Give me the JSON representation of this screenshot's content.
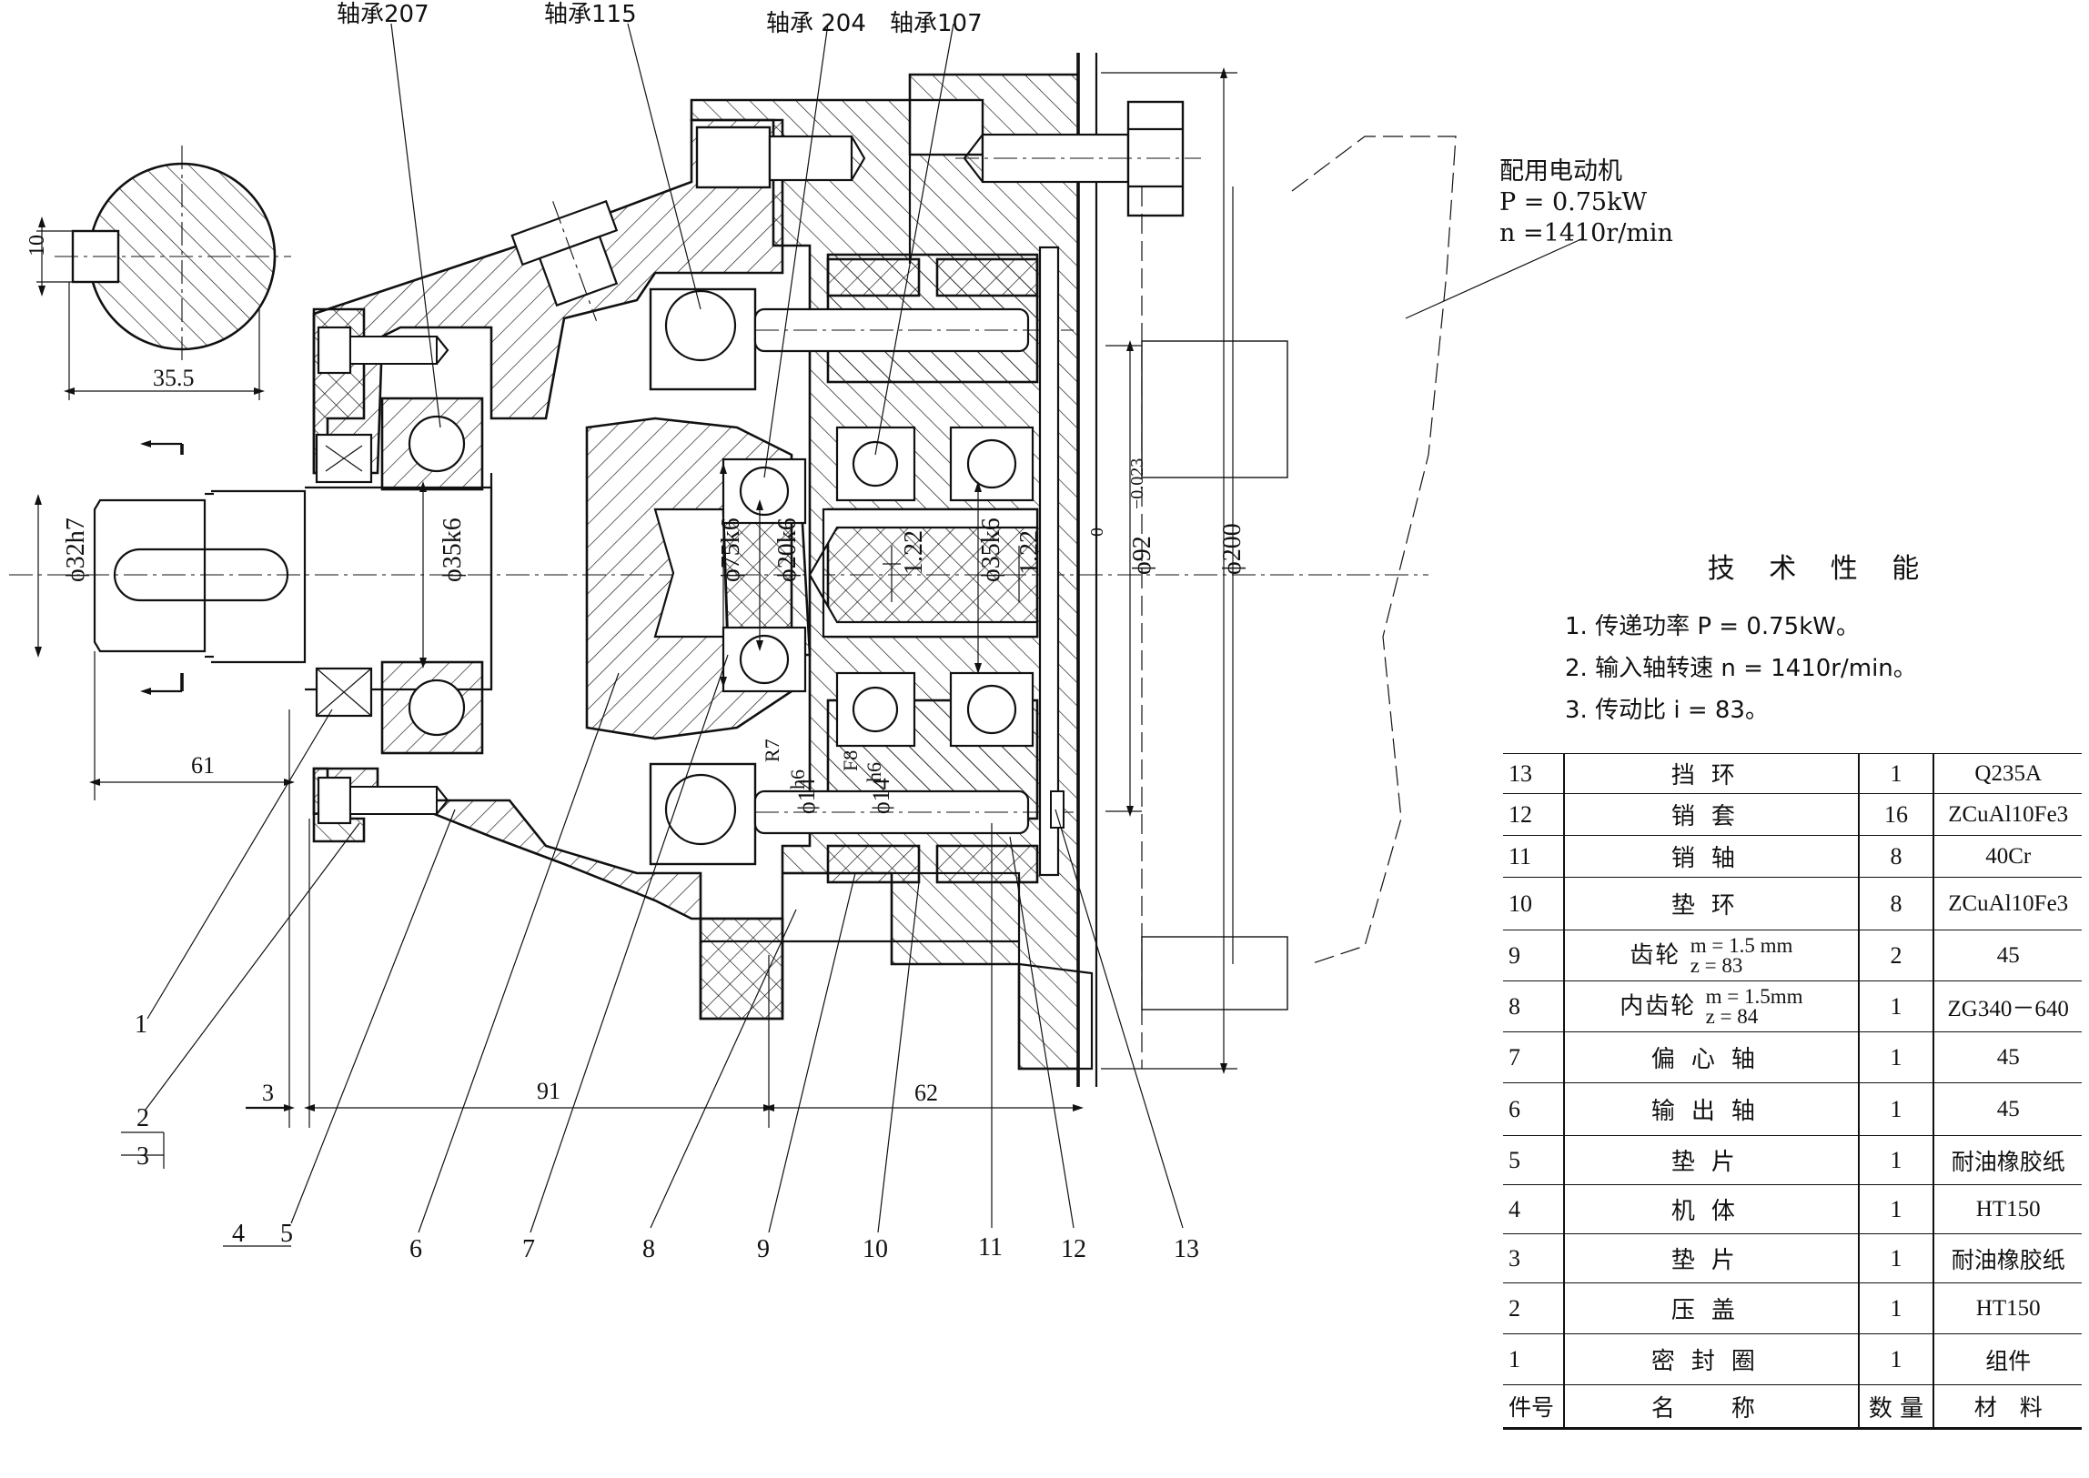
{
  "bearings": {
    "b207": "轴承207",
    "b115": "轴承115",
    "b204": "轴承 204",
    "b107": "轴承107"
  },
  "motor": {
    "title": "配用电动机",
    "power": "P = 0.75kW",
    "speed": "n =1410r/min"
  },
  "dims": {
    "key_width": "10",
    "key_depth": "35.5",
    "shaft_in": "ϕ32h7",
    "bearing_seat": "ϕ35k6",
    "d75": "ϕ75k6",
    "d20": "ϕ20k6",
    "ecc1": "1.22",
    "d35b": "ϕ35k6",
    "ecc2": "1.22",
    "d92": "ϕ92",
    "d92_tol_upper": "0",
    "d92_tol_lower": "−0.023",
    "d200": "ϕ200",
    "pin1": "ϕ14",
    "pin1_fit": [
      "R7",
      "h6"
    ],
    "pin2": "ϕ14",
    "pin2_fit": [
      "F8",
      "h6"
    ],
    "len61": "61",
    "len3": "3",
    "len91": "91",
    "len62": "62"
  },
  "callouts": [
    "1",
    "2",
    "3",
    "4",
    "5",
    "6",
    "7",
    "8",
    "9",
    "10",
    "11",
    "12",
    "13"
  ],
  "performance": {
    "title": "技 术 性 能",
    "lines": [
      "1. 传递功率 P = 0.75kW。",
      "2. 输入轴转速 n = 1410r/min。",
      "3. 传动比  i = 83。"
    ]
  },
  "parts_table": {
    "header": {
      "no": "件号",
      "name": "名　称",
      "qty": "数 量",
      "mat": "材　料"
    },
    "rows": [
      {
        "no": "13",
        "name": "挡环",
        "qty": "1",
        "mat": "Q235A"
      },
      {
        "no": "12",
        "name": "销套",
        "qty": "16",
        "mat": "ZCuAl10Fe3"
      },
      {
        "no": "11",
        "name": "销轴",
        "qty": "8",
        "mat": "40Cr"
      },
      {
        "no": "10",
        "name": "垫环",
        "qty": "8",
        "mat": "ZCuAl10Fe3"
      },
      {
        "no": "9",
        "name": "齿轮",
        "spec": [
          "m = 1.5 mm",
          "z = 83"
        ],
        "qty": "2",
        "mat": "45"
      },
      {
        "no": "8",
        "name": "内齿轮",
        "spec": [
          "m = 1.5mm",
          "z = 84"
        ],
        "qty": "1",
        "mat": "ZG340－640"
      },
      {
        "no": "7",
        "name": "偏心轴",
        "qty": "1",
        "mat": "45"
      },
      {
        "no": "6",
        "name": "输出轴",
        "qty": "1",
        "mat": "45"
      },
      {
        "no": "5",
        "name": "垫片",
        "qty": "1",
        "mat": "耐油橡胶纸"
      },
      {
        "no": "4",
        "name": "机体",
        "qty": "1",
        "mat": "HT150"
      },
      {
        "no": "3",
        "name": "垫片",
        "qty": "1",
        "mat": "耐油橡胶纸"
      },
      {
        "no": "2",
        "name": "压盖",
        "qty": "1",
        "mat": "HT150"
      },
      {
        "no": "1",
        "name": "密封圈",
        "qty": "1",
        "mat": "组件"
      }
    ]
  }
}
